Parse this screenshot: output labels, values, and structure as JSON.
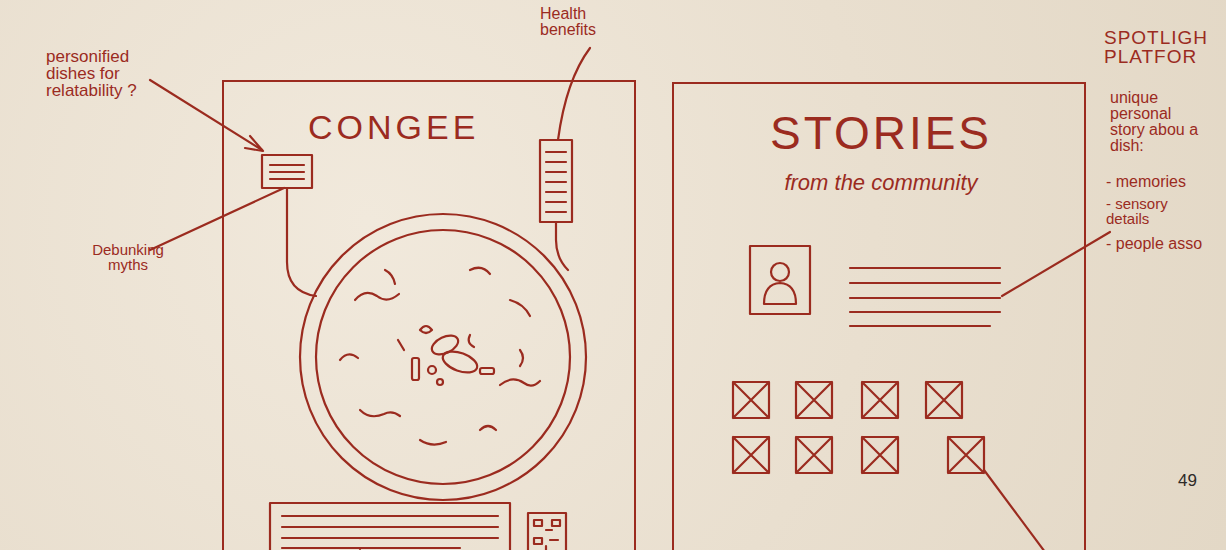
{
  "diagram": {
    "nodes": [
      {
        "text": [
          "CONGEE"
        ]
      },
      {
        "text": [
          "STORIES",
          "from the community"
        ]
      }
    ],
    "labels": [
      "personified dishes for relatability ?",
      "Debunking myths",
      "Health benefits",
      "SPOTLIGH PLATFOR",
      "unique personal story abou a dish:",
      "- memories",
      "- sensory details",
      "- people asso",
      "49"
    ]
  }
}
